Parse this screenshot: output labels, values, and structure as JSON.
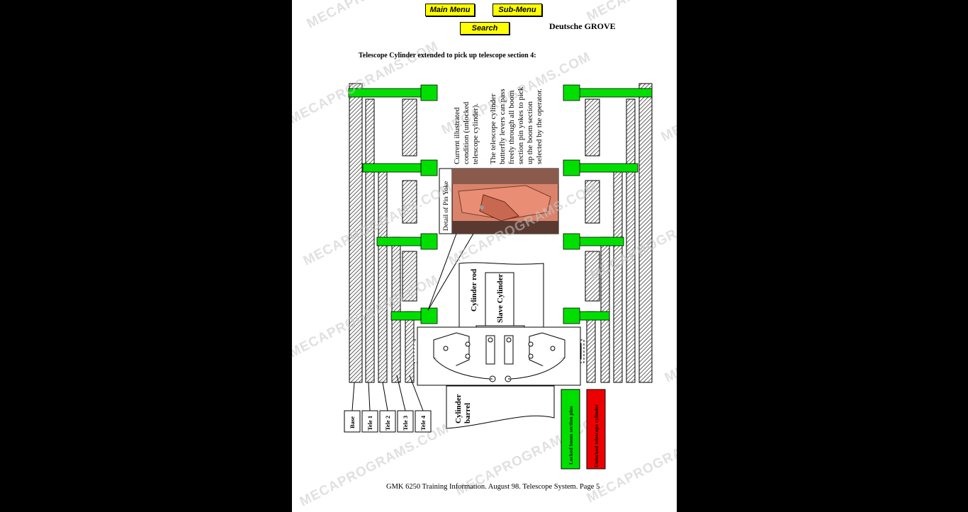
{
  "nav": {
    "main_menu": "Main Menu",
    "sub_menu": "Sub-Menu",
    "search": "Search"
  },
  "brand": "Deutsche GROVE",
  "heading": "Telescope Cylinder extended to pick up telescope section 4:",
  "footer": "GMK 6250 Training Information.  August 98.  Telescope System.    Page 5",
  "annotations": {
    "current_condition": [
      "Current illustrated",
      "condition (unlocked",
      "telescope cylinder)."
    ],
    "butterfly_levers": [
      "The telescope cylinder",
      "butterfly levers can pass",
      "freely through all boom",
      "section pin yokes to pick",
      "up the boom section",
      "selected by the operator."
    ],
    "photo_caption": "Detail of Pin Yoke"
  },
  "labels": {
    "cylinder_rod": "Cylinder rod",
    "slave_cylinder": "Slave Cylinder",
    "cylinder_barrel": [
      "Cylinder",
      "barrel"
    ]
  },
  "sections": [
    "Base",
    "Tele 1",
    "Tele 2",
    "Tele 3",
    "Tele 4"
  ],
  "legend": {
    "locked": "Locked boom section pins",
    "unlocked": "Unlocked telescope cylinder"
  },
  "watermark": "MECAPROGRAMS.COM",
  "colors": {
    "pin_green": "#00e000",
    "pin_red": "#ee0000",
    "nav_yellow": "#ffff00",
    "photo_tone": "#d9836c"
  }
}
